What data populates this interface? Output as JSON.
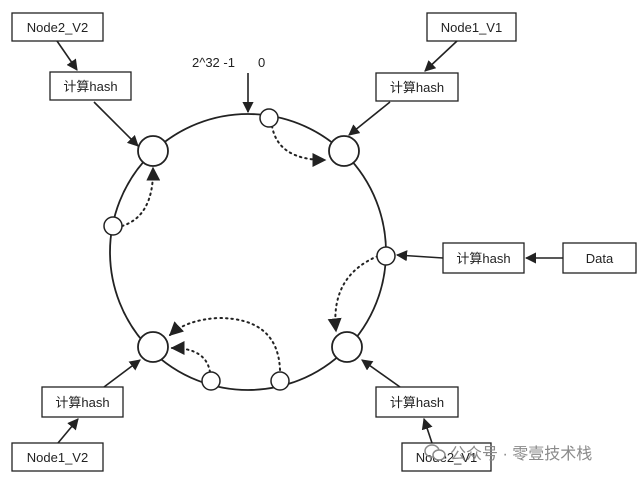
{
  "ring_marker": {
    "left": "2^32 -1",
    "right": "0"
  },
  "boxes": {
    "node2_v2_top": "Node2_V2",
    "node1_v1_top": "Node1_V1",
    "hash_top_left": "计算hash",
    "hash_top_right": "计算hash",
    "hash_data": "计算hash",
    "data": "Data",
    "hash_bottom_left": "计算hash",
    "hash_bottom_right": "计算hash",
    "node1_v2_bottom": "Node1_V2",
    "node2_v1_bottom": "Node2_V1"
  },
  "watermark": {
    "text": "公众号 · 零壹技术栈"
  }
}
